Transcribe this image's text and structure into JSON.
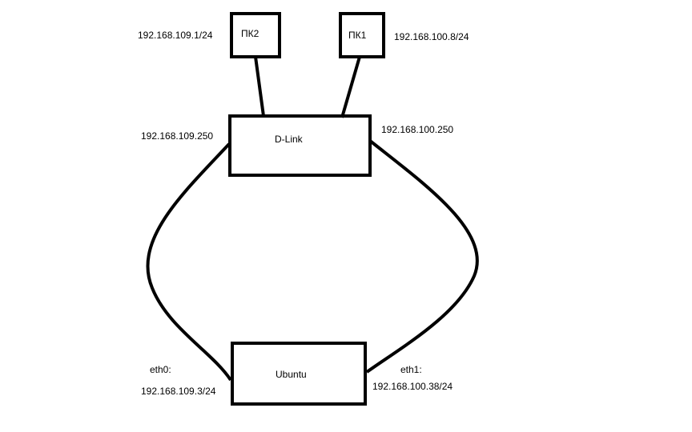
{
  "nodes": {
    "pk2": {
      "label": "ПК2",
      "ip": "192.168.109.1/24"
    },
    "pk1": {
      "label": "ПК1",
      "ip": "192.168.100.8/24"
    },
    "dlink": {
      "label": "D-Link",
      "ip_left": "192.168.109.250",
      "ip_right": "192.168.100.250"
    },
    "ubuntu": {
      "label": "Ubuntu",
      "eth0": {
        "name": "eth0:",
        "ip": "192.168.109.3/24"
      },
      "eth1": {
        "name": "eth1:",
        "ip": "192.168.100.38/24"
      }
    }
  },
  "colors": {
    "line": "#000000",
    "background": "#ffffff"
  }
}
